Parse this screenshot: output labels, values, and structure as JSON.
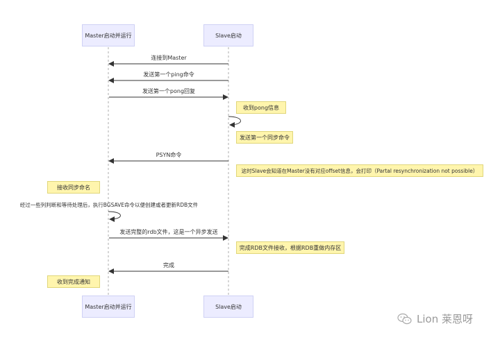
{
  "actors": {
    "master": "Master启动并运行",
    "slave": "Slave启动"
  },
  "messages": [
    "连接到Master",
    "发送第一个ping命令",
    "发送第一个pong回复",
    "PSYN命令",
    "经过一些列判断和等待处理后，执行BGSAVE命令以便创建或者更新RDB文件",
    "发送完整的rdb文件，这是一个异步发送",
    "完成"
  ],
  "notes": [
    "收到pong信息",
    "发送第一个同步命令",
    "这时Slave会知道在Master没有对应offset信息，会打印（Partal resynchronization not possible）",
    "接收同步命名",
    "完成RDB文件接收，根据RDB重做内存区",
    "收到完成通知"
  ],
  "watermark": {
    "text": "Lion 莱恩呀",
    "icon": "wechat-icon"
  },
  "colors": {
    "actor_fill": "#ececff",
    "actor_border": "#cfd1f5",
    "note_fill": "#fff5ad",
    "note_border": "#e0d67a",
    "line": "#333333"
  }
}
